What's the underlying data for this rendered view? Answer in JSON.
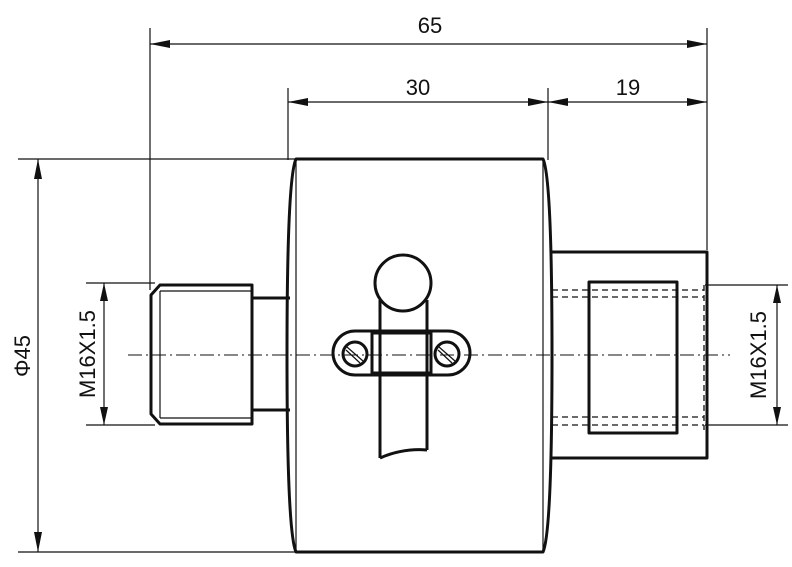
{
  "dimensions": {
    "overall_length": "65",
    "body_length": "30",
    "outlet_length": "19",
    "diameter": "Φ45",
    "thread_left": "M16X1.5",
    "thread_right": "M16X1.5"
  },
  "colors": {
    "line": "#111111",
    "background": "#ffffff"
  }
}
